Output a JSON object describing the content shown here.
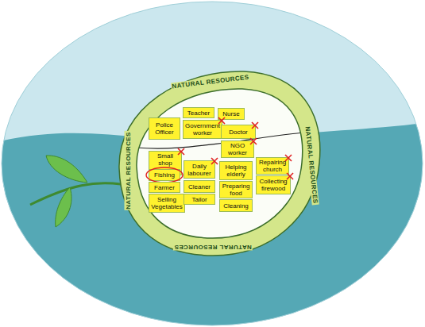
{
  "diagram": {
    "nodes": [
      {
        "text": [
          "NATURAL RESOURCES",
          "NATURAL RESOURCES",
          "NATURAL RESOURCES",
          "NATURAL RESOURCES"
        ]
      },
      {
        "text": [
          "Teacher"
        ],
        "in": 0
      },
      {
        "text": [
          "Nurse"
        ],
        "in": 0
      },
      {
        "text": [
          "Police Officer"
        ],
        "in": 0
      },
      {
        "text": [
          "Government worker"
        ],
        "in": 0
      },
      {
        "text": [
          "Doctor"
        ],
        "in": 0
      },
      {
        "text": [
          "NGO worker"
        ],
        "in": 0
      },
      {
        "text": [
          "Small shop owner"
        ],
        "in": 0
      },
      {
        "text": [
          "Daily labourer"
        ],
        "in": 0
      },
      {
        "text": [
          "Helping elderly"
        ],
        "in": 0
      },
      {
        "text": [
          "Repairing church"
        ],
        "in": 0
      },
      {
        "text": [
          "Fishing"
        ],
        "in": 0
      },
      {
        "text": [
          "Farmer"
        ],
        "in": 0
      },
      {
        "text": [
          "Cleaner"
        ],
        "in": 0
      },
      {
        "text": [
          "Preparing food"
        ],
        "in": 0
      },
      {
        "text": [
          "Collecting firewood"
        ],
        "in": 0
      },
      {
        "text": [
          "Selling Vegetables"
        ],
        "in": 0
      },
      {
        "text": [
          "Tailor"
        ],
        "in": 0
      },
      {
        "text": [
          "Cleaning"
        ],
        "in": 0
      }
    ]
  }
}
